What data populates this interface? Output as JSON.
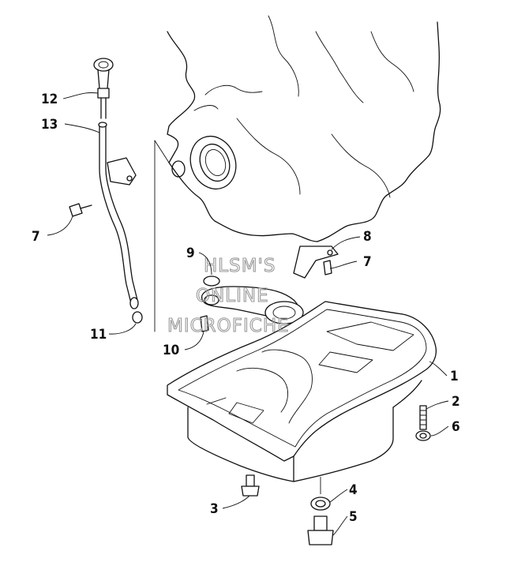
{
  "watermark": {
    "line1": "HLSM'S",
    "line2": "ONLINE",
    "line3": "MICROFICHE"
  },
  "callouts": {
    "c1": "1",
    "c2": "2",
    "c3": "3",
    "c4": "4",
    "c5": "5",
    "c6": "6",
    "c7a": "7",
    "c7b": "7",
    "c8": "8",
    "c9": "9",
    "c10": "10",
    "c11": "11",
    "c12": "12",
    "c13": "13"
  }
}
